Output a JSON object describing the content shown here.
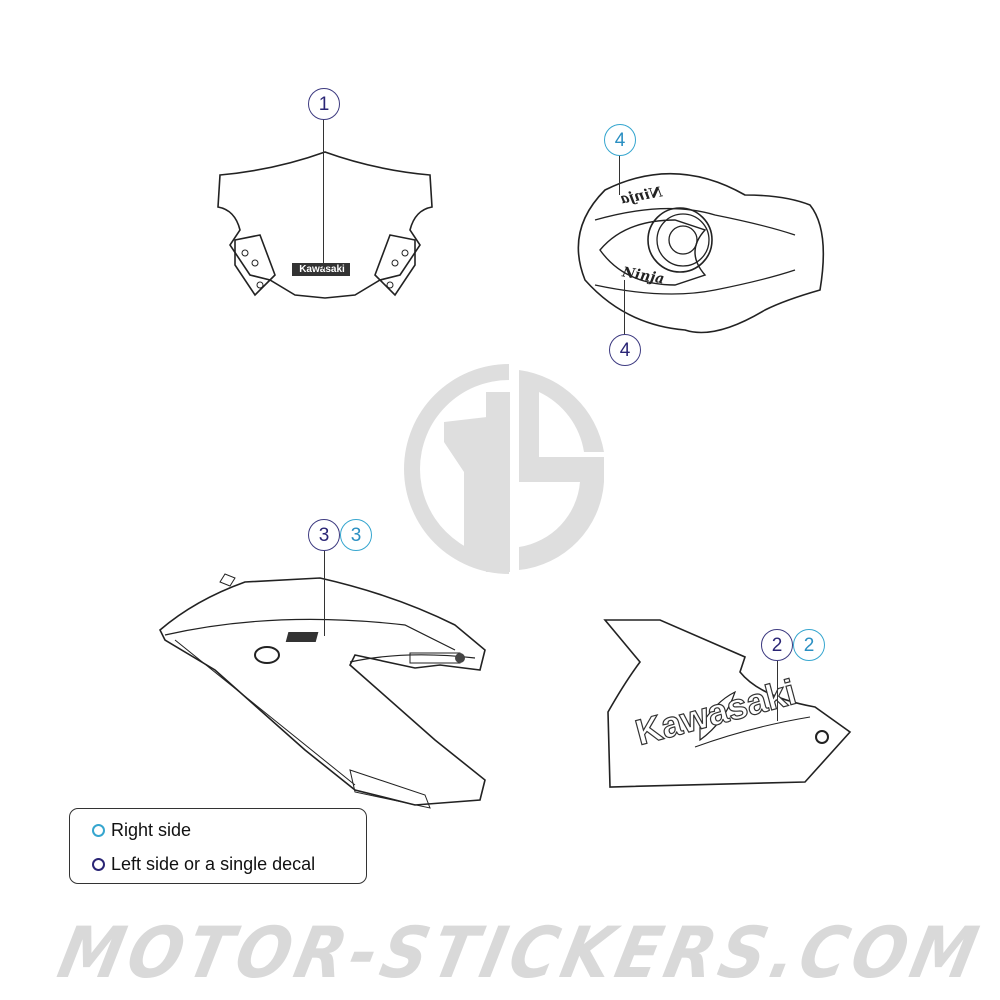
{
  "diagram": {
    "parts": [
      {
        "id": "windscreen",
        "label": "Kawasaki",
        "callouts": [
          {
            "number": "1",
            "side": "left"
          }
        ]
      },
      {
        "id": "fuel-tank",
        "label": "Ninja",
        "callouts": [
          {
            "number": "4",
            "side": "right"
          },
          {
            "number": "4",
            "side": "left"
          }
        ]
      },
      {
        "id": "upper-side-fairing",
        "label": "",
        "callouts": [
          {
            "number": "3",
            "side": "left"
          },
          {
            "number": "3",
            "side": "right"
          }
        ]
      },
      {
        "id": "lower-fairing",
        "label": "Kawasaki",
        "callouts": [
          {
            "number": "2",
            "side": "left"
          },
          {
            "number": "2",
            "side": "right"
          }
        ]
      }
    ],
    "callout_labels": {
      "c1": "1",
      "c4_top": "4",
      "c4_bottom": "4",
      "c3_left": "3",
      "c3_right": "3",
      "c2_left": "2",
      "c2_right": "2"
    },
    "decal_text": {
      "windscreen": "Kawasaki",
      "tank_top": "Ninja",
      "tank_bottom": "Ninja",
      "lower_fairing": "Kawasaki"
    }
  },
  "legend": {
    "items": [
      {
        "label": "Right side",
        "color": "#36a6cf"
      },
      {
        "label": "Left side or a single decal",
        "color": "#2a2575"
      }
    ]
  },
  "watermark": {
    "logo_text": "MS",
    "site_text": "MOTOR-STICKERS.COM"
  },
  "colors": {
    "right_side": "#36a6cf",
    "left_side": "#2a2575",
    "line_art": "#222222",
    "watermark": "#d9d9d9"
  }
}
